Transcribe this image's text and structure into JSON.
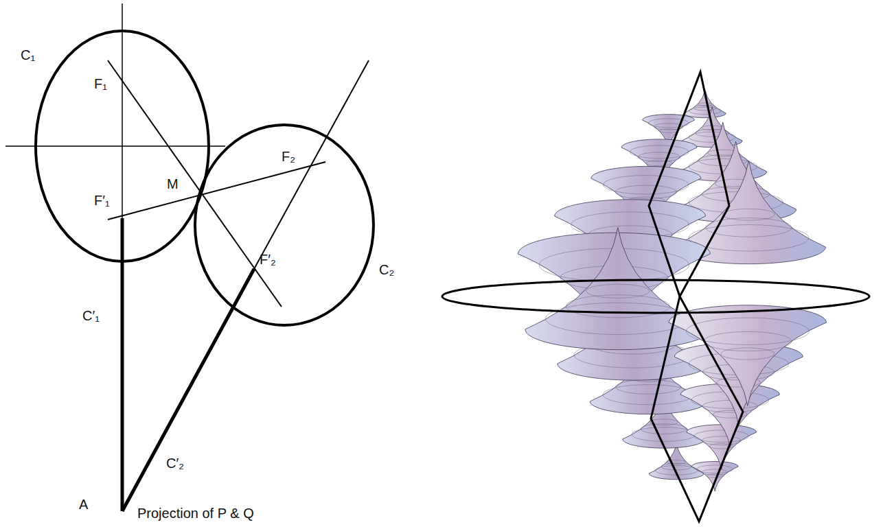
{
  "diagram": {
    "labels": [
      "C₁",
      "F₁",
      "M",
      "F′₁",
      "F₂",
      "F′₂",
      "C₂",
      "C′₁",
      "C′₂",
      "A",
      "Projection of P & Q"
    ]
  }
}
